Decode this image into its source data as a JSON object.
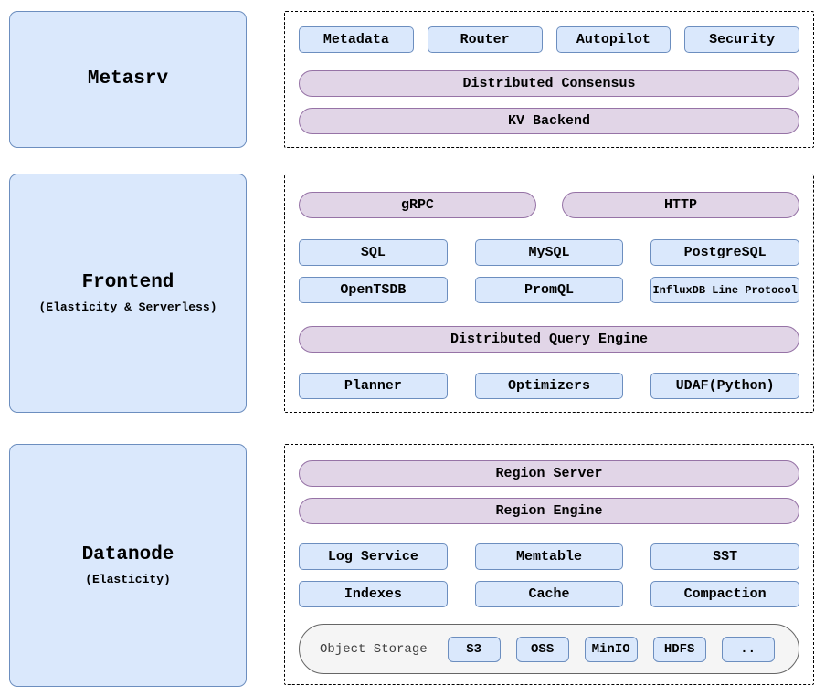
{
  "colors": {
    "box_fill": "#dae8fc",
    "box_border": "#6c8ebf",
    "pill_fill": "#e1d5e7",
    "pill_border": "#9673a6",
    "storage_fill": "#f5f5f5",
    "storage_border": "#666666"
  },
  "metasrv": {
    "title": "Metasrv",
    "modules": [
      "Metadata",
      "Router",
      "Autopilot",
      "Security"
    ],
    "pills": [
      "Distributed Consensus",
      "KV Backend"
    ]
  },
  "frontend": {
    "title": "Frontend",
    "subtitle": "(Elasticity & Serverless)",
    "protocol_pills": [
      "gRPC",
      "HTTP"
    ],
    "apis_row1": [
      "SQL",
      "MySQL",
      "PostgreSQL"
    ],
    "apis_row2": [
      "OpenTSDB",
      "PromQL",
      "InfluxDB Line Protocol"
    ],
    "engine_pill": "Distributed Query Engine",
    "engine_modules": [
      "Planner",
      "Optimizers",
      "UDAF(Python)"
    ]
  },
  "datanode": {
    "title": "Datanode",
    "subtitle": "(Elasticity)",
    "pills": [
      "Region Server",
      "Region Engine"
    ],
    "modules_row1": [
      "Log Service",
      "Memtable",
      "SST"
    ],
    "modules_row2": [
      "Indexes",
      "Cache",
      "Compaction"
    ],
    "object_storage": {
      "label": "Object Storage",
      "options": [
        "S3",
        "OSS",
        "MinIO",
        "HDFS",
        ".."
      ]
    }
  }
}
